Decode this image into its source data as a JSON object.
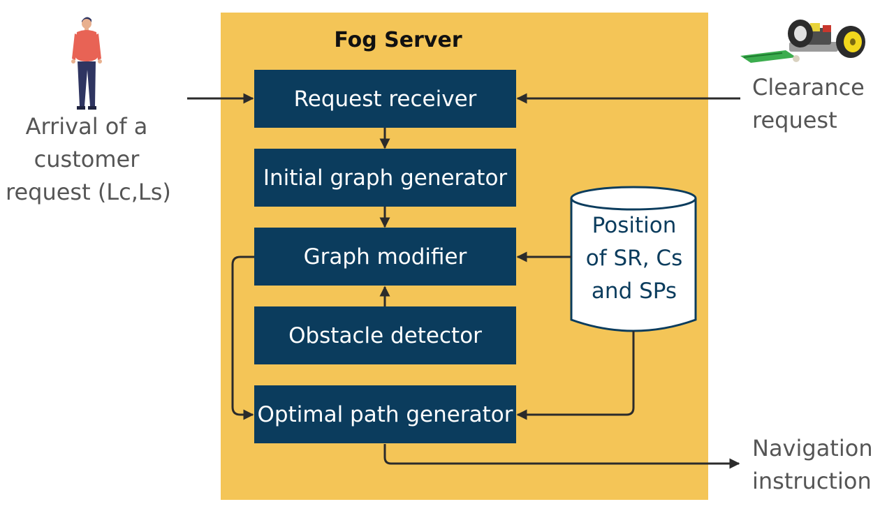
{
  "diagram": {
    "server_title": "Fog Server",
    "blocks": [
      {
        "label": "Request receiver"
      },
      {
        "label": "Initial graph generator"
      },
      {
        "label": "Graph modifier"
      },
      {
        "label": "Obstacle detector"
      },
      {
        "label": "Optimal path generator"
      }
    ],
    "database": {
      "lines": [
        "Position",
        "of SR, Cs",
        "and SPs"
      ]
    },
    "customer_label": [
      "Arrival of a",
      "customer",
      "request (Lc,Ls)"
    ],
    "clearance_label": [
      "Clearance",
      "request"
    ],
    "navigation_label": [
      "Navigation",
      "instruction"
    ],
    "colors": {
      "panel": "#f4c557",
      "block": "#0b3c5d",
      "block_text": "#ffffff",
      "database_text": "#0b3c5d",
      "side_text": "#555555",
      "arrows": "#2b2b2b"
    },
    "icons": [
      "person-icon",
      "robot-car-icon"
    ]
  }
}
